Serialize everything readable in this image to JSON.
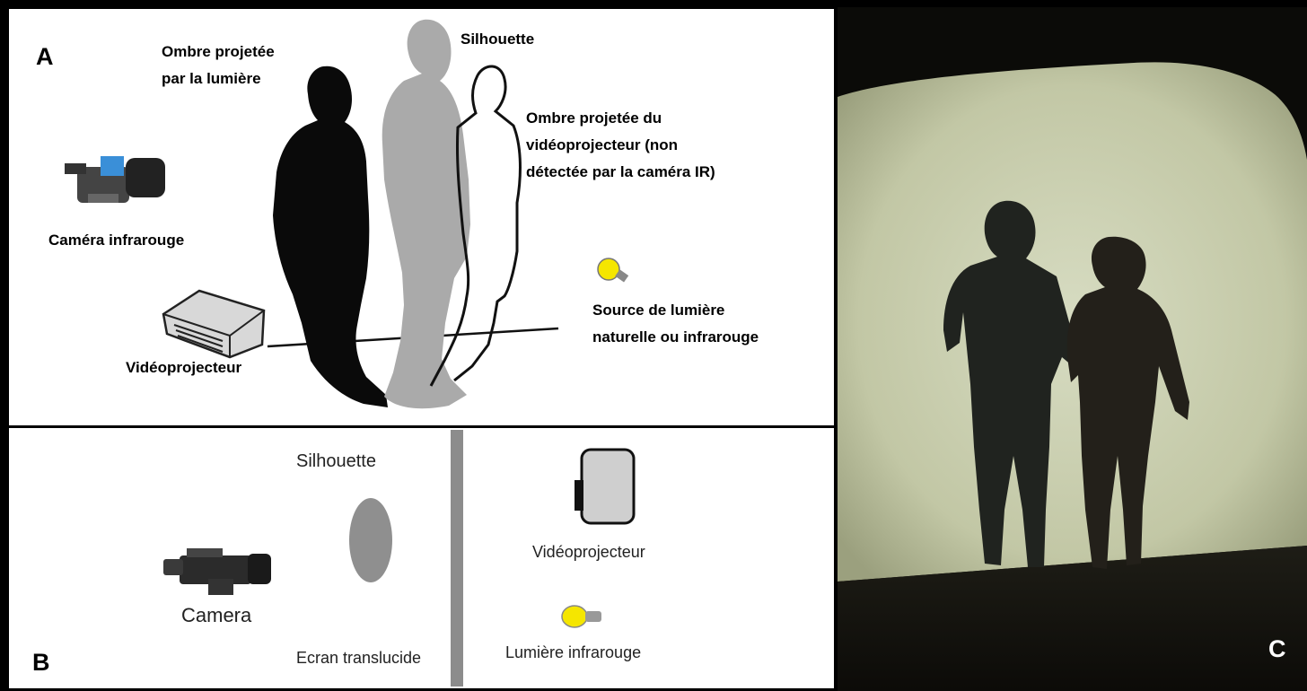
{
  "panel_a": {
    "letter": "A",
    "cast_shadow_label_1": "Ombre projetée",
    "cast_shadow_label_2": "par la lumière",
    "silhouette_label": "Silhouette",
    "projector_shadow_label_1": "Ombre projetée du",
    "projector_shadow_label_2": "vidéoprojecteur  (non",
    "projector_shadow_label_3": "détectée par la caméra IR)",
    "camera_label": "Caméra infrarouge",
    "projector_label": "Vidéoprojecteur",
    "light_label_1": "Source de lumière",
    "light_label_2": "naturelle ou infrarouge",
    "colors": {
      "cast_shadow": "#0a0a0a",
      "silhouette": "#aaaaaa",
      "bulb": "#f5e600"
    }
  },
  "panel_b": {
    "letter": "B",
    "silhouette_label": "Silhouette",
    "camera_label": "Camera",
    "screen_label": "Ecran translucide",
    "projector_label": "Vidéoprojecteur",
    "light_label": "Lumière infrarouge",
    "colors": {
      "screen": "#8c8c8c",
      "silhouette": "#8f8f8f"
    }
  },
  "panel_c": {
    "letter": "C"
  }
}
